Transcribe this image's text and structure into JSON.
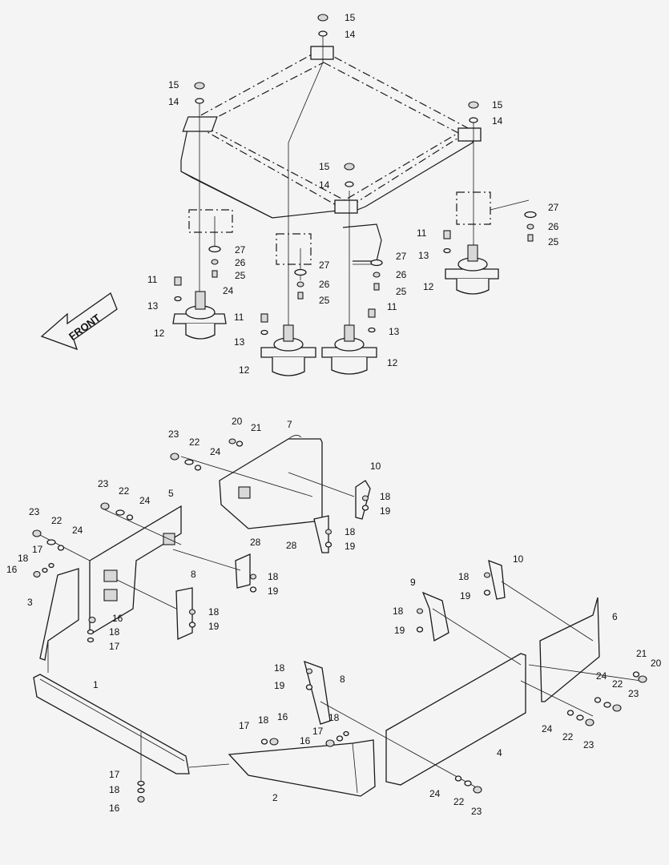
{
  "direction_label": "FRONT",
  "callouts": {
    "c1": "1",
    "c2": "2",
    "c3": "3",
    "c4": "4",
    "c5": "5",
    "c6": "6",
    "c7": "7",
    "c8": "8",
    "c9": "9",
    "c10": "10",
    "c11": "11",
    "c12": "12",
    "c13": "13",
    "c14": "14",
    "c15": "15",
    "c16": "16",
    "c17": "17",
    "c18": "18",
    "c19": "19",
    "c20": "20",
    "c21": "21",
    "c22": "22",
    "c23": "23",
    "c24": "24",
    "c25": "25",
    "c26": "26",
    "c27": "27",
    "c28": "28"
  }
}
